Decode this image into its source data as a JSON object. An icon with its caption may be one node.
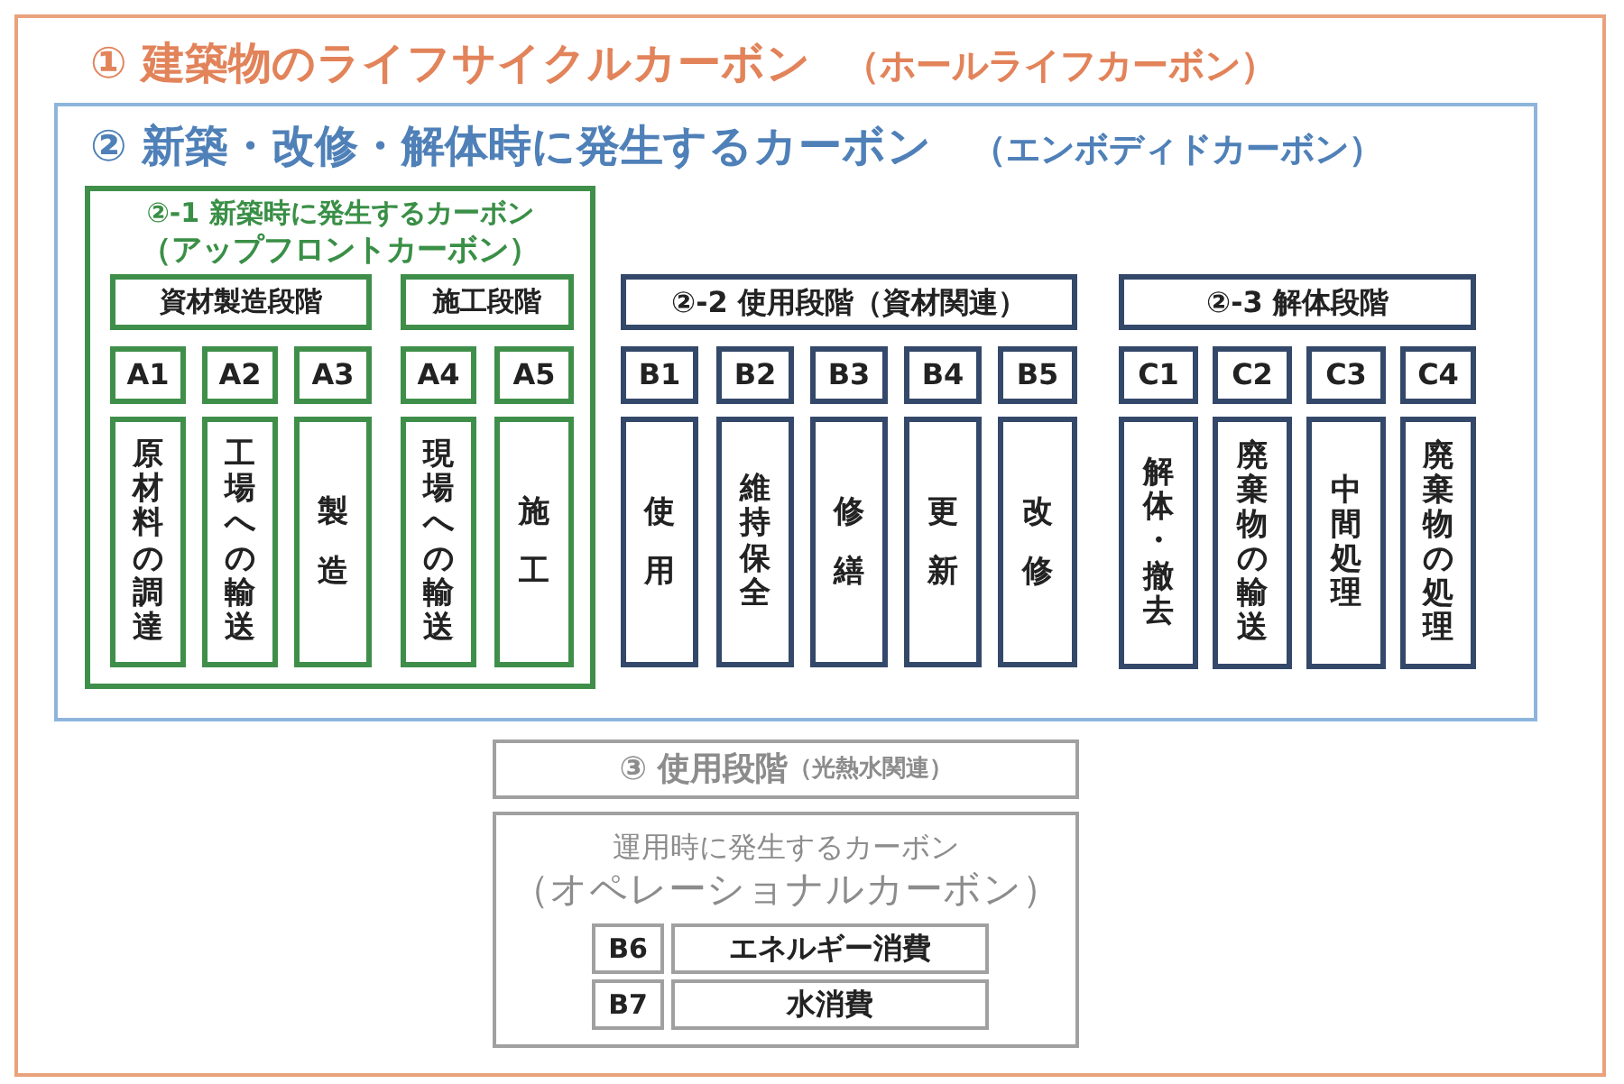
{
  "diagram": {
    "nodes": [
      {
        "text": [
          "① 建築物のライフサイクルカーボン",
          "（ホールライフカーボン）"
        ]
      },
      {
        "text": [
          "② 新築・改修・解体時に発生するカーボン",
          "（エンボディドカーボン）"
        ],
        "in": 0
      },
      {
        "text": [
          "②-1 新築時に発生するカーボン",
          "（アップフロントカーボン）"
        ],
        "in": 1
      },
      {
        "text": [
          "資材製造段階"
        ],
        "in": 2
      },
      {
        "text": [
          "施工段階"
        ],
        "in": 2
      },
      {
        "text": [
          "A1"
        ],
        "in": 2
      },
      {
        "text": [
          "A2"
        ],
        "in": 2
      },
      {
        "text": [
          "A3"
        ],
        "in": 2
      },
      {
        "text": [
          "A4"
        ],
        "in": 2
      },
      {
        "text": [
          "A5"
        ],
        "in": 2
      },
      {
        "text": [
          "原材料の調達"
        ],
        "in": 2
      },
      {
        "text": [
          "工場への輸送"
        ],
        "in": 2
      },
      {
        "text": [
          "製造"
        ],
        "in": 2
      },
      {
        "text": [
          "現場への輸送"
        ],
        "in": 2
      },
      {
        "text": [
          "施工"
        ],
        "in": 2
      },
      {
        "text": [
          "②-2 使用段階（資材関連）"
        ],
        "in": 1
      },
      {
        "text": [
          "B1"
        ],
        "in": 1
      },
      {
        "text": [
          "B2"
        ],
        "in": 1
      },
      {
        "text": [
          "B3"
        ],
        "in": 1
      },
      {
        "text": [
          "B4"
        ],
        "in": 1
      },
      {
        "text": [
          "B5"
        ],
        "in": 1
      },
      {
        "text": [
          "使用"
        ],
        "in": 1
      },
      {
        "text": [
          "維持保全"
        ],
        "in": 1
      },
      {
        "text": [
          "修繕"
        ],
        "in": 1
      },
      {
        "text": [
          "更新"
        ],
        "in": 1
      },
      {
        "text": [
          "改修"
        ],
        "in": 1
      },
      {
        "text": [
          "②-3 解体段階"
        ],
        "in": 1
      },
      {
        "text": [
          "C1"
        ],
        "in": 1
      },
      {
        "text": [
          "C2"
        ],
        "in": 1
      },
      {
        "text": [
          "C3"
        ],
        "in": 1
      },
      {
        "text": [
          "C4"
        ],
        "in": 1
      },
      {
        "text": [
          "解体・撤去"
        ],
        "in": 1
      },
      {
        "text": [
          "廃棄物の輸送"
        ],
        "in": 1
      },
      {
        "text": [
          "中間処理"
        ],
        "in": 1
      },
      {
        "text": [
          "廃棄物の処理"
        ],
        "in": 1
      },
      {
        "text": [
          "③ 使用段階",
          "（光熱水関連）"
        ],
        "in": 0
      },
      {
        "text": [
          "運用時に発生するカーボン",
          "（オペレーショナルカーボン）"
        ],
        "in": 0
      },
      {
        "text": [
          "B6"
        ],
        "in": 36
      },
      {
        "text": [
          "エネルギー消費"
        ],
        "in": 36
      },
      {
        "text": [
          "B7"
        ],
        "in": 36
      },
      {
        "text": [
          "水消費"
        ],
        "in": 36
      }
    ]
  }
}
